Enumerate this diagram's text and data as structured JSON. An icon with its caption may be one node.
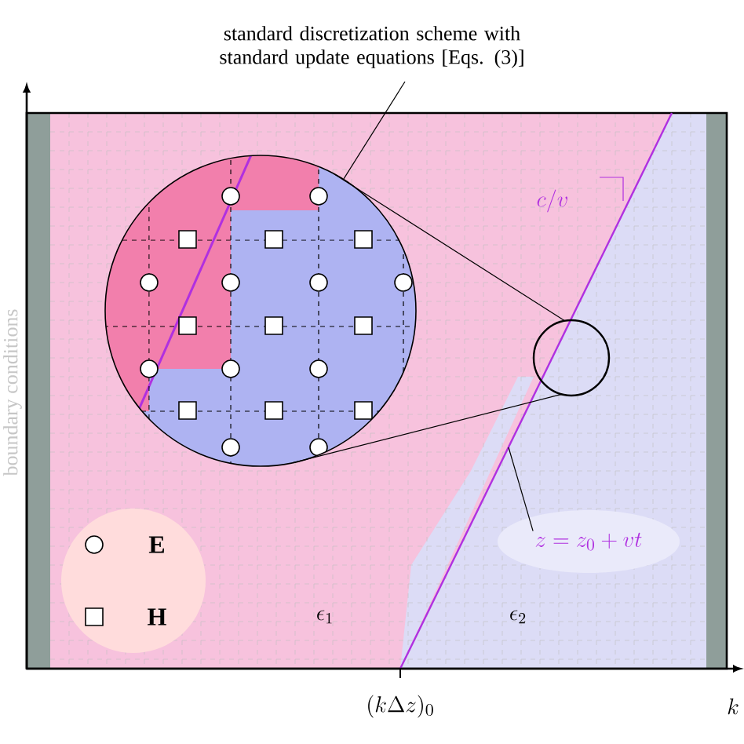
{
  "diagram": {
    "nodes": [
      {
        "text": [
          "standard discretization scheme with standard update equations [Eqs. (3)]"
        ]
      },
      {
        "text": [],
        "shape": "circle"
      },
      {
        "text": [],
        "shape": "circle"
      },
      {
        "text": [
          "z = z_0 + vt"
        ]
      }
    ],
    "edges": [
      {
        "from": 0,
        "to": 1,
        "arrow": "none"
      },
      {
        "from": 2,
        "to": 1,
        "arrow": "none"
      },
      {
        "from": 2,
        "to": 1,
        "arrow": "none"
      },
      {
        "from": 3,
        "to": null,
        "arrow": "none"
      }
    ],
    "labels": [
      "c/v",
      "boundary conditions",
      "\\epsilon_1",
      "\\epsilon_2",
      "(k\\Delta z)_0",
      "k"
    ],
    "legend": [
      {
        "text": "\\mathbf{E}"
      },
      {
        "text": "\\mathbf{H}"
      }
    ]
  }
}
